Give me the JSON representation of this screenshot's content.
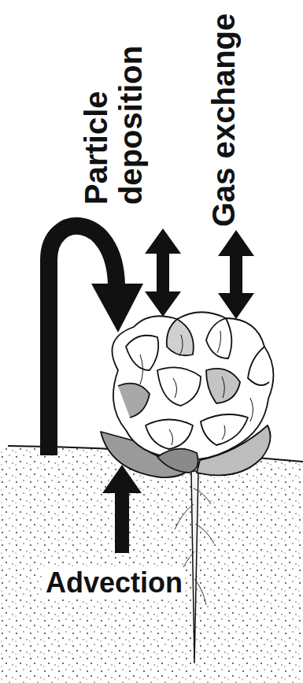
{
  "diagram": {
    "labels": [
      "Particle deposition",
      "Gas exchange",
      "Advection"
    ]
  }
}
